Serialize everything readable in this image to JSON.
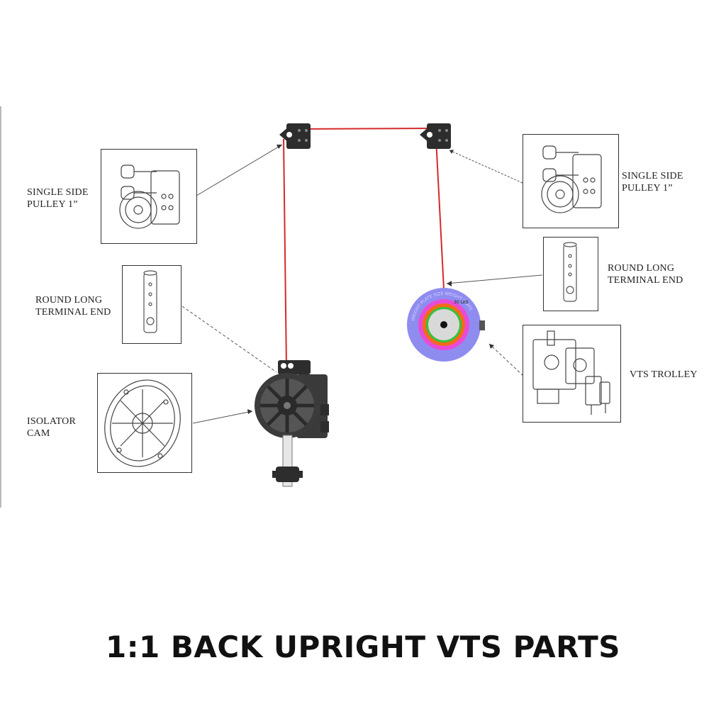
{
  "labels": {
    "pulley_left": [
      "SINGLE SIDE",
      "PULLEY 1”"
    ],
    "pulley_right": [
      "SINGLE SIDE",
      "PULLEY 1”"
    ],
    "terminal_left": [
      "ROUND LONG",
      "TERMINAL END"
    ],
    "terminal_right": [
      "ROUND LONG",
      "TERMINAL END"
    ],
    "isolator": [
      "ISOLATOR",
      "CAM"
    ],
    "trolley": [
      "VTS TROLLEY"
    ]
  },
  "weight_plate": {
    "ring_text": "WEIGHT PLATE SIZE WEIGHT PLATE",
    "weight": "30 LBS"
  },
  "caption": "1:1 BACK UPRIGHT VTS PARTS",
  "colors": {
    "cable": "#d42a2a",
    "plate_outer": "#8f8cf0",
    "plate_pink": "#e94bd6",
    "plate_orange": "#f36a1a",
    "plate_green": "#34c43a",
    "plate_gray": "#d9d9d9"
  }
}
